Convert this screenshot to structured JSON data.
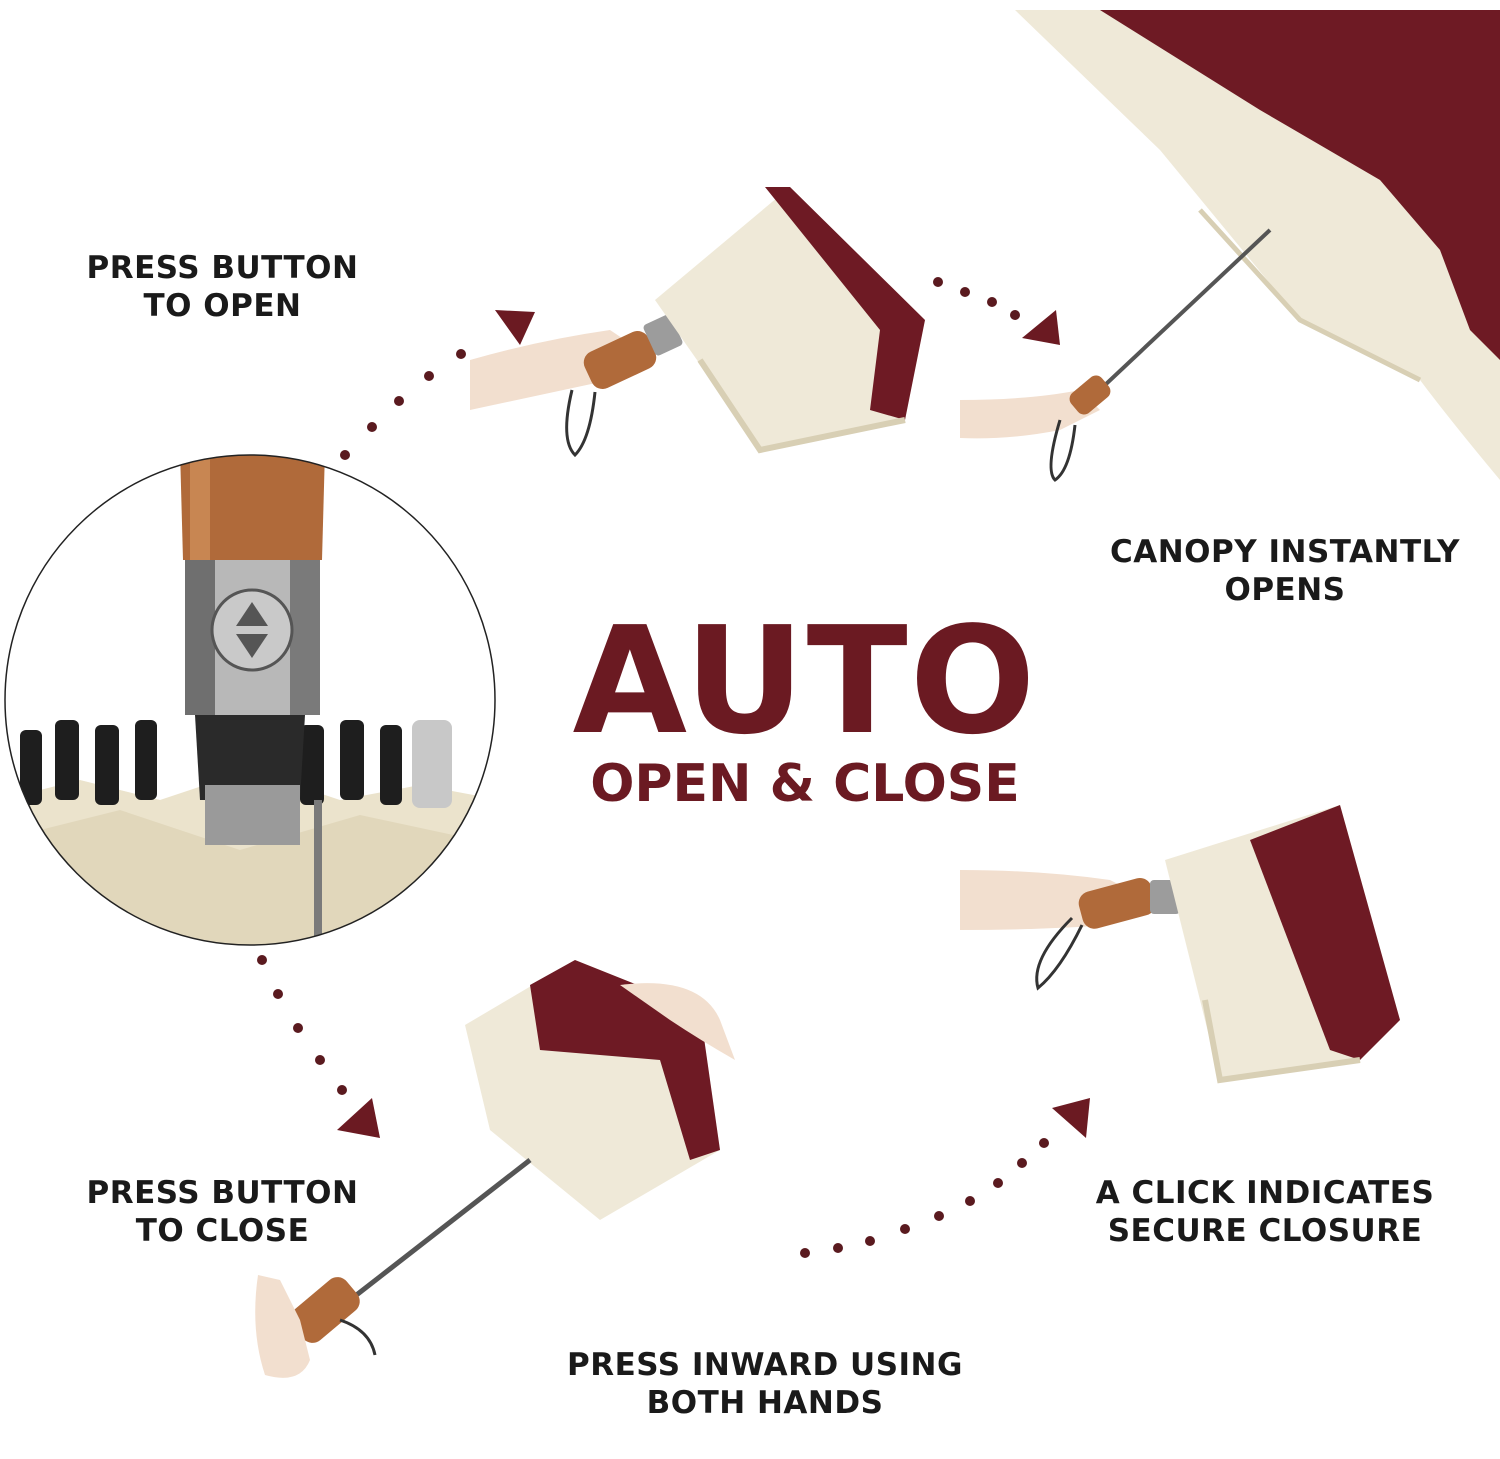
{
  "title": {
    "main": "AUTO",
    "sub": "OPEN & CLOSE"
  },
  "steps": {
    "press_open": [
      "PRESS BUTTON",
      "TO OPEN"
    ],
    "canopy_opens": [
      "CANOPY INSTANTLY",
      "OPENS"
    ],
    "click_secure": [
      "A CLICK INDICATES",
      "SECURE CLOSURE"
    ],
    "press_close": [
      "PRESS BUTTON",
      "TO CLOSE"
    ],
    "press_inward": [
      "PRESS INWARD USING",
      "BOTH HANDS"
    ]
  },
  "colors": {
    "accent": "#6b1a22",
    "canopy_dark": "#6e1a24",
    "canopy_light": "#efe9d8",
    "wood": "#b06a3a",
    "text": "#1a1a1a"
  }
}
